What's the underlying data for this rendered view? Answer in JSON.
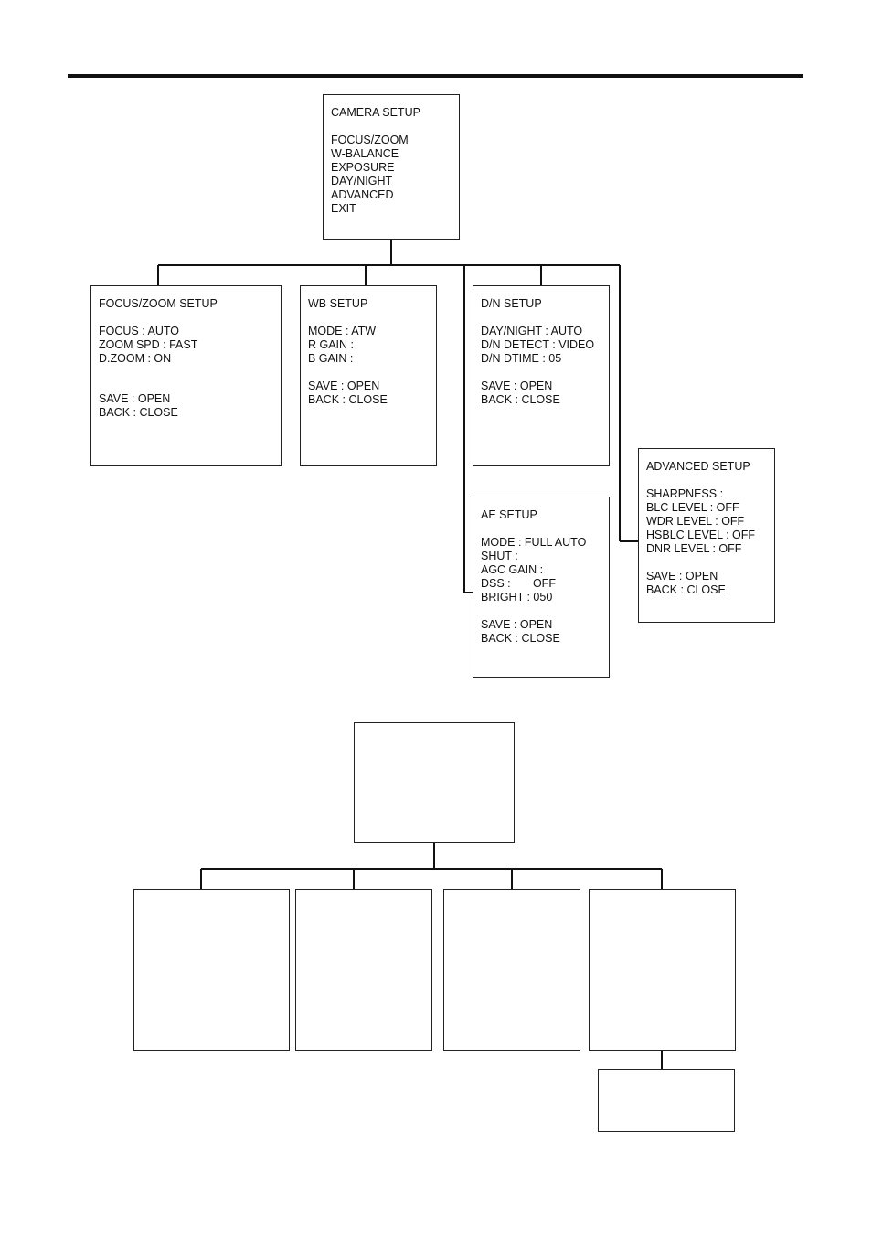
{
  "camera_setup": {
    "title": "CAMERA SETUP",
    "items": [
      "FOCUS/ZOOM",
      "W-BALANCE",
      "EXPOSURE",
      "DAY/NIGHT",
      "ADVANCED",
      "EXIT"
    ]
  },
  "focus_zoom_setup": {
    "title": "FOCUS/ZOOM SETUP",
    "items": [
      "FOCUS : AUTO",
      "ZOOM SPD : FAST",
      "D.ZOOM : ON"
    ],
    "actions": [
      "SAVE : OPEN",
      "BACK : CLOSE"
    ]
  },
  "wb_setup": {
    "title": "WB SETUP",
    "items": [
      "MODE : ATW",
      "R GAIN :",
      "B GAIN :"
    ],
    "actions": [
      "SAVE : OPEN",
      "BACK : CLOSE"
    ]
  },
  "dn_setup": {
    "title": "D/N SETUP",
    "items": [
      "DAY/NIGHT : AUTO",
      "D/N DETECT : VIDEO",
      "D/N DTIME : 05"
    ],
    "actions": [
      "SAVE : OPEN",
      "BACK : CLOSE"
    ]
  },
  "ae_setup": {
    "title": "AE SETUP",
    "items": [
      "MODE : FULL AUTO",
      "SHUT :",
      "AGC GAIN :",
      "DSS :       OFF",
      "BRIGHT : 050"
    ],
    "actions": [
      "SAVE : OPEN",
      "BACK : CLOSE"
    ]
  },
  "advanced_setup": {
    "title": "ADVANCED SETUP",
    "items": [
      "SHARPNESS :",
      "BLC LEVEL : OFF",
      "WDR LEVEL : OFF",
      "HSBLC LEVEL : OFF",
      "DNR LEVEL : OFF"
    ],
    "actions": [
      "SAVE : OPEN",
      "BACK : CLOSE"
    ]
  }
}
